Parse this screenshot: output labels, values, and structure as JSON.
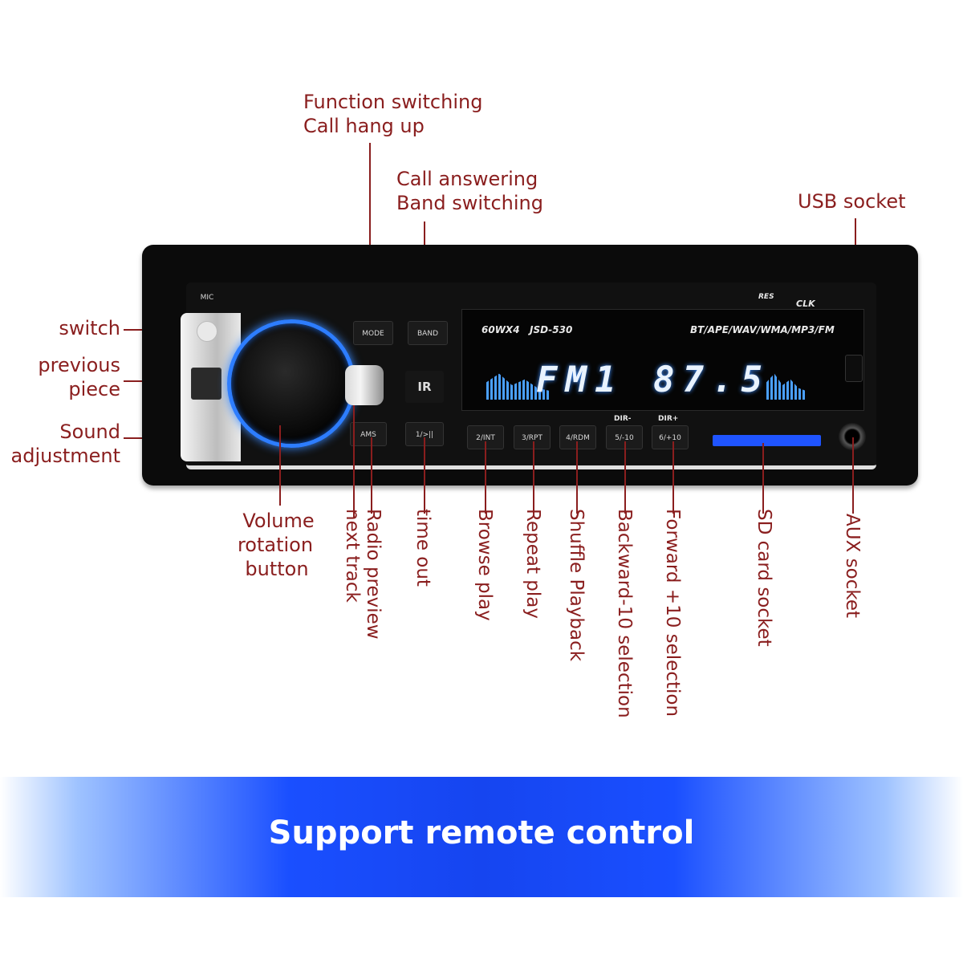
{
  "labels": {
    "function_switching": "Function switching",
    "call_hang_up": "Call hang up",
    "call_answering": "Call answering",
    "band_switching": "Band switching",
    "usb_socket": "USB socket",
    "switch": "switch",
    "previous": "previous",
    "piece": "piece",
    "sound": "Sound",
    "adjustment": "adjustment",
    "volume": "Volume",
    "rotation": "rotation",
    "button": "button",
    "next_track": "next track",
    "radio_preview": "Radio preview",
    "time_out": "time out",
    "browse_play": "Browse play",
    "repeat_play": "Repeat play",
    "shuffle_playback": "Shuffle Playback",
    "backward": "Backward-10 selection",
    "forward": "Forward +10 selection",
    "sd_card_socket": "SD card socket",
    "aux_socket": "AUX socket"
  },
  "device": {
    "model": "JSD-530",
    "power": "60WX4",
    "formats": "BT/APE/WAV/WMA/MP3/FM",
    "band_display": "FM1",
    "frequency": "87.5",
    "mode_label": "MODE",
    "band_label": "BAND",
    "ams_label": "AMS",
    "ir_label": "IR",
    "btn1": "1/>||",
    "btn2": "2/INT",
    "btn3": "3/RPT",
    "btn4": "4/RDM",
    "btn5": "5/-10",
    "btn6": "6/+10",
    "dir_minus": "DIR-",
    "dir_plus": "DIR+",
    "clk": "CLK",
    "res": "RES",
    "mic": "MIC"
  },
  "banner": {
    "text": "Support remote control"
  },
  "colors": {
    "label": "#8a1e1e",
    "display_blue": "#2d7dff",
    "banner_blue": "#1645f0"
  }
}
